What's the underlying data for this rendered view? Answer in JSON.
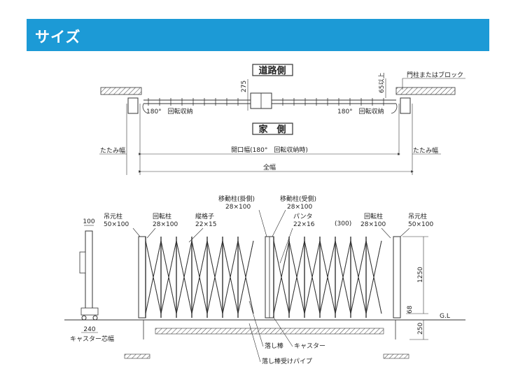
{
  "header": {
    "title": "サイズ"
  },
  "plan": {
    "road_side": "道路側",
    "house_side": "家　側",
    "rotation_left": "180°　回転収納",
    "rotation_right": "180°　回転収納",
    "dim_275": "275",
    "dim_65": "65以上",
    "pillar_note": "門柱またはブロック",
    "fold_width_left": "たたみ幅",
    "fold_width_right": "たたみ幅",
    "opening_width": "開口幅(180°　回転収納時)",
    "total_width": "全幅"
  },
  "elevation": {
    "hanging_post_left": {
      "name": "吊元柱",
      "size": "50×100"
    },
    "rotating_post_left": {
      "name": "回転柱",
      "size": "28×100"
    },
    "vertical_bar": {
      "name": "縦格子",
      "size": "22×15"
    },
    "moving_post_hook": {
      "name": "移動柱(掛側)",
      "size": "28×100"
    },
    "moving_post_recv": {
      "name": "移動柱(受側)",
      "size": "28×100"
    },
    "panta": {
      "name": "パンタ",
      "size": "22×16"
    },
    "pitch": "(300)",
    "rotating_post_right": {
      "name": "回転柱",
      "size": "28×100"
    },
    "hanging_post_right": {
      "name": "吊元柱",
      "size": "50×100"
    },
    "side_width": "100",
    "caster_width_value": "240",
    "caster_width_label": "キャスター芯幅",
    "height_1250": "1250",
    "height_68": "68",
    "ground_line": "G.L",
    "depth_250": "250",
    "drop_bar": "落し棒",
    "caster": "キャスター",
    "drop_pipe": "落し棒受けパイプ"
  }
}
